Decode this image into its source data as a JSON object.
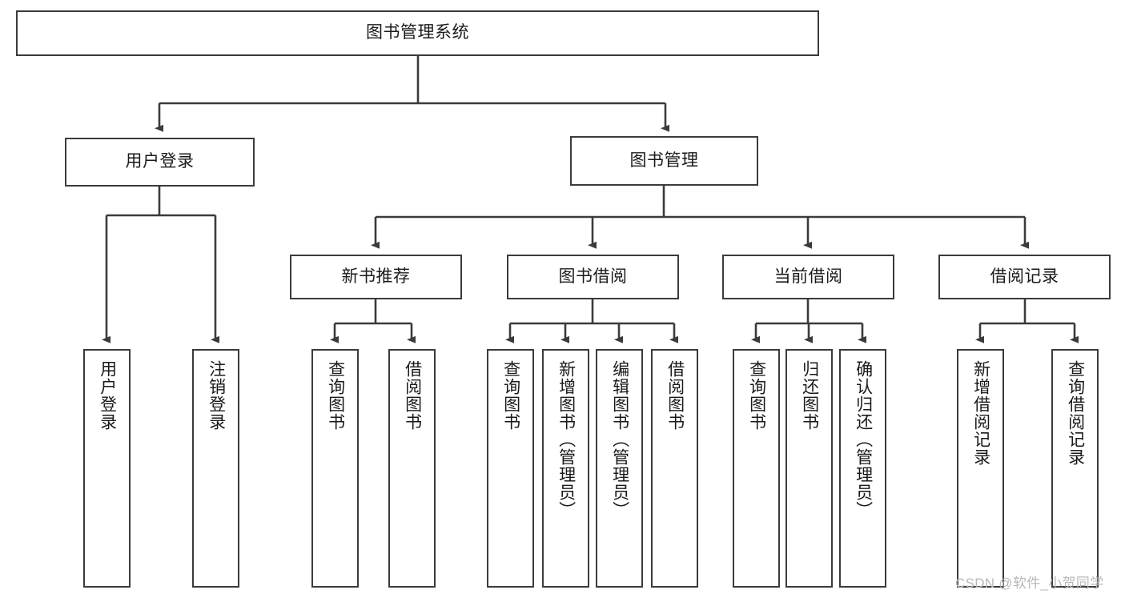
{
  "diagram": {
    "type": "hierarchy-tree",
    "title": "图书管理系统",
    "watermark": "CSDN @软件_小贺同学",
    "colors": {
      "box_border": "#3b3b3b",
      "box_fill": "#ffffff",
      "connector": "#3b3b3b",
      "text": "#1a1a1a",
      "watermark": "#b8b8b8"
    },
    "nodes": {
      "root": "图书管理系统",
      "user_login": "用户登录",
      "book_manage": "图书管理",
      "new_book_rec": "新书推荐",
      "book_borrow": "图书借阅",
      "current_borrow": "当前借阅",
      "borrow_record": "借阅记录",
      "leaf_user_login": "用户登录",
      "leaf_user_logout": "注销登录",
      "leaf_query_book_1": "查询图书",
      "leaf_borrow_book_1": "借阅图书",
      "leaf_query_book_2": "查询图书",
      "leaf_add_book_admin": "新增图书（管理员）",
      "leaf_edit_book_admin": "编辑图书（管理员）",
      "leaf_borrow_book_2": "借阅图书",
      "leaf_query_book_3": "查询图书",
      "leaf_return_book": "归还图书",
      "leaf_confirm_return_admin": "确认归还（管理员）",
      "leaf_add_record": "新增借阅记录",
      "leaf_query_record": "查询借阅记录"
    }
  }
}
